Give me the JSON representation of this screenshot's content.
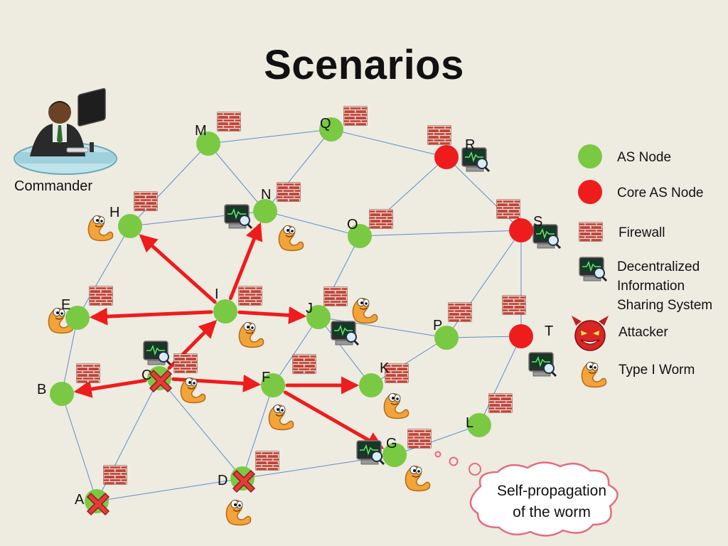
{
  "title": "Scenarios",
  "commander_label": "Commander",
  "nodes": [
    {
      "id": "M",
      "label": "M",
      "type": "as"
    },
    {
      "id": "Q",
      "label": "Q",
      "type": "as"
    },
    {
      "id": "R",
      "label": "R",
      "type": "core"
    },
    {
      "id": "N",
      "label": "N",
      "type": "as"
    },
    {
      "id": "H",
      "label": "H",
      "type": "as"
    },
    {
      "id": "O",
      "label": "O",
      "type": "as"
    },
    {
      "id": "S",
      "label": "S",
      "type": "core"
    },
    {
      "id": "I",
      "label": "I",
      "type": "as"
    },
    {
      "id": "E",
      "label": "E",
      "type": "as"
    },
    {
      "id": "J",
      "label": "J",
      "type": "as"
    },
    {
      "id": "P",
      "label": "P",
      "type": "as"
    },
    {
      "id": "T",
      "label": "T",
      "type": "core"
    },
    {
      "id": "C",
      "label": "C",
      "type": "as",
      "compromised": true
    },
    {
      "id": "F",
      "label": "F",
      "type": "as"
    },
    {
      "id": "K",
      "label": "K",
      "type": "as"
    },
    {
      "id": "B",
      "label": "B",
      "type": "as"
    },
    {
      "id": "L",
      "label": "L",
      "type": "as"
    },
    {
      "id": "G",
      "label": "G",
      "type": "as"
    },
    {
      "id": "D",
      "label": "D",
      "type": "as",
      "compromised": true
    },
    {
      "id": "A",
      "label": "A",
      "type": "as",
      "compromised": true
    }
  ],
  "edges": [
    [
      "M",
      "Q"
    ],
    [
      "Q",
      "R"
    ],
    [
      "Q",
      "N"
    ],
    [
      "M",
      "H"
    ],
    [
      "M",
      "N"
    ],
    [
      "H",
      "N"
    ],
    [
      "N",
      "O"
    ],
    [
      "R",
      "O"
    ],
    [
      "R",
      "S"
    ],
    [
      "O",
      "S"
    ],
    [
      "S",
      "P"
    ],
    [
      "S",
      "T"
    ],
    [
      "O",
      "J"
    ],
    [
      "H",
      "E"
    ],
    [
      "E",
      "B"
    ],
    [
      "B",
      "A"
    ],
    [
      "A",
      "C"
    ],
    [
      "C",
      "D"
    ],
    [
      "C",
      "I"
    ],
    [
      "J",
      "F"
    ],
    [
      "J",
      "K"
    ],
    [
      "J",
      "P"
    ],
    [
      "P",
      "K"
    ],
    [
      "P",
      "T"
    ],
    [
      "T",
      "L"
    ],
    [
      "L",
      "G"
    ],
    [
      "F",
      "G"
    ],
    [
      "F",
      "D"
    ],
    [
      "D",
      "G"
    ],
    [
      "A",
      "D"
    ],
    [
      "I",
      "H"
    ],
    [
      "I",
      "N"
    ],
    [
      "I",
      "J"
    ],
    [
      "I",
      "E"
    ],
    [
      "C",
      "B"
    ],
    [
      "C",
      "F"
    ],
    [
      "F",
      "K"
    ]
  ],
  "attack_edges": [
    [
      "I",
      "H"
    ],
    [
      "I",
      "N"
    ],
    [
      "I",
      "J"
    ],
    [
      "I",
      "E"
    ],
    [
      "C",
      "I"
    ],
    [
      "C",
      "B"
    ],
    [
      "C",
      "F"
    ],
    [
      "F",
      "K"
    ],
    [
      "F",
      "G"
    ]
  ],
  "legend": {
    "as_node": "AS Node",
    "core_node": "Core AS Node",
    "firewall": "Firewall",
    "dis_line1": "Decentralized",
    "dis_line2": "Information",
    "dis_line3": "Sharing System",
    "attacker": "Attacker",
    "worm": "Type I Worm"
  },
  "cloud": {
    "line1": "Self-propagation",
    "line2": "of the worm"
  },
  "colors": {
    "as_node": "#7ac943",
    "core_node": "#ee1c1c",
    "edge": "#5b8fc9",
    "attack": "#ee1c1c",
    "firewall": "#b83a2e",
    "worm": "#f0a030",
    "cloud_border": "#e56b7d",
    "background": "#eeebe1"
  }
}
